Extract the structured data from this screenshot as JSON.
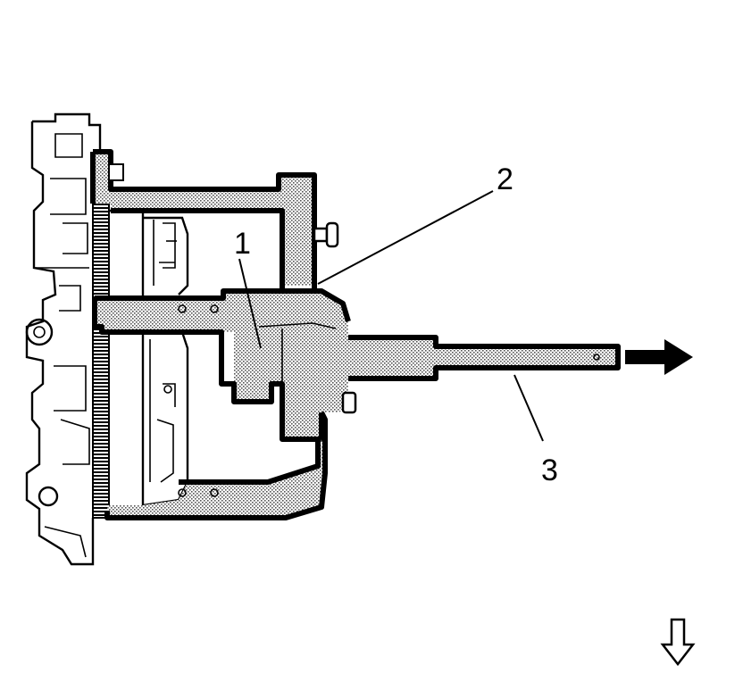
{
  "callouts": {
    "one": "1",
    "two": "2",
    "three": "3"
  },
  "colors": {
    "ink": "#000000",
    "paper": "#ffffff",
    "stipple": "#b0b0b0"
  },
  "icons": {
    "pull_direction": "right-arrow-icon",
    "view_direction": "down-arrow-outline-icon"
  }
}
